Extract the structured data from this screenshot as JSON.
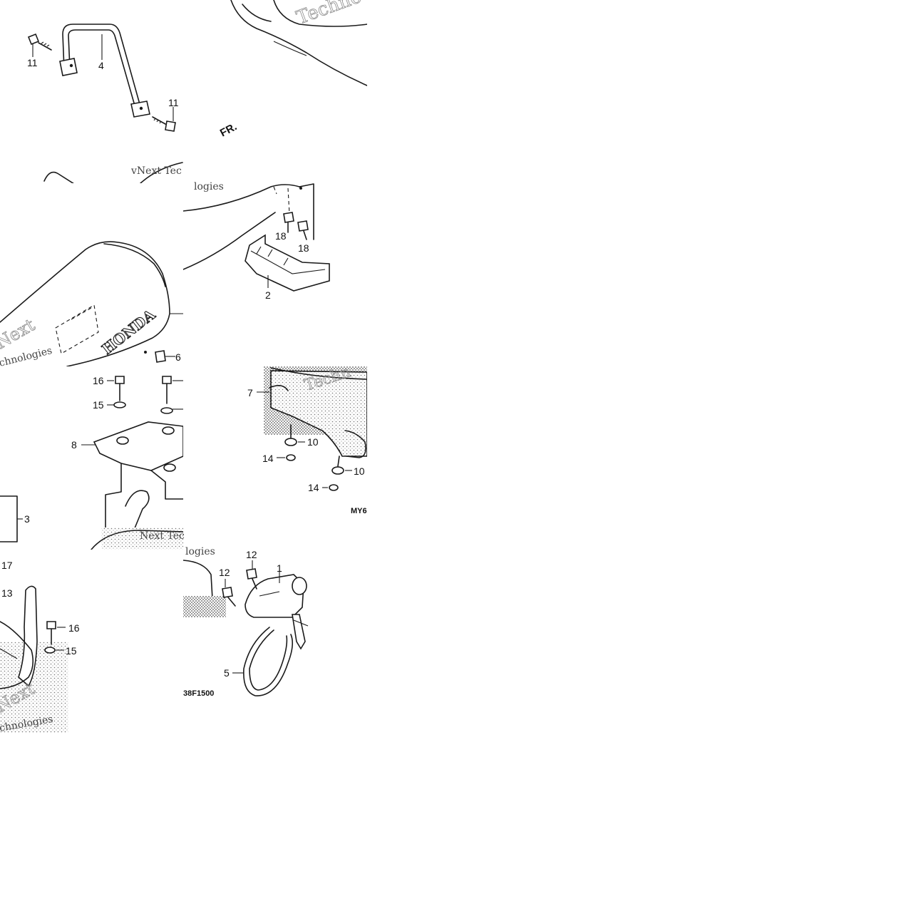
{
  "direction_label": "FR.",
  "brand_mark": "HONDA",
  "diagram_codes": {
    "mid": "MY6",
    "bottom": "38F1500"
  },
  "watermarks": {
    "top_right": "Techno",
    "left_a": "vNext Tec",
    "left_b": "logies",
    "middle_a": "Next",
    "middle_b": "chnologies",
    "mid_right": "Techn",
    "lower_mid": "Next Tec",
    "bottom_left_a": "Next",
    "bottom_left_b": "chnologies",
    "bottom_mid": "logies"
  },
  "callouts": [
    {
      "id": "c11a",
      "label": "11"
    },
    {
      "id": "c4",
      "label": "4"
    },
    {
      "id": "c11b",
      "label": "11"
    },
    {
      "id": "c18a",
      "label": "18"
    },
    {
      "id": "c18b",
      "label": "18"
    },
    {
      "id": "c2",
      "label": "2"
    },
    {
      "id": "c6",
      "label": "6"
    },
    {
      "id": "c16a",
      "label": "16"
    },
    {
      "id": "c15a",
      "label": "15"
    },
    {
      "id": "c8",
      "label": "8"
    },
    {
      "id": "c7",
      "label": "7"
    },
    {
      "id": "c10a",
      "label": "10"
    },
    {
      "id": "c14a",
      "label": "14"
    },
    {
      "id": "c10b",
      "label": "10"
    },
    {
      "id": "c14b",
      "label": "14"
    },
    {
      "id": "c3",
      "label": "3"
    },
    {
      "id": "c17",
      "label": "17"
    },
    {
      "id": "c13",
      "label": "13"
    },
    {
      "id": "c16b",
      "label": "16"
    },
    {
      "id": "c15b",
      "label": "15"
    },
    {
      "id": "c12a",
      "label": "12"
    },
    {
      "id": "c12b",
      "label": "12"
    },
    {
      "id": "c1",
      "label": "1"
    },
    {
      "id": "c5",
      "label": "5"
    }
  ]
}
